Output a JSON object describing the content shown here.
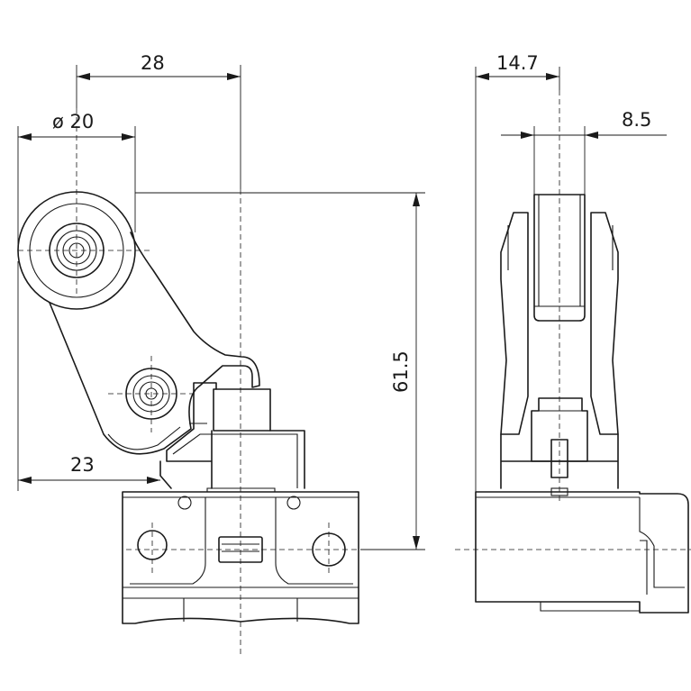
{
  "dimensions": {
    "width_28": "28",
    "diameter_20": "ø 20",
    "offset_23": "23",
    "height_61_5": "61.5",
    "side_14_7": "14.7",
    "side_8_5": "8.5"
  }
}
